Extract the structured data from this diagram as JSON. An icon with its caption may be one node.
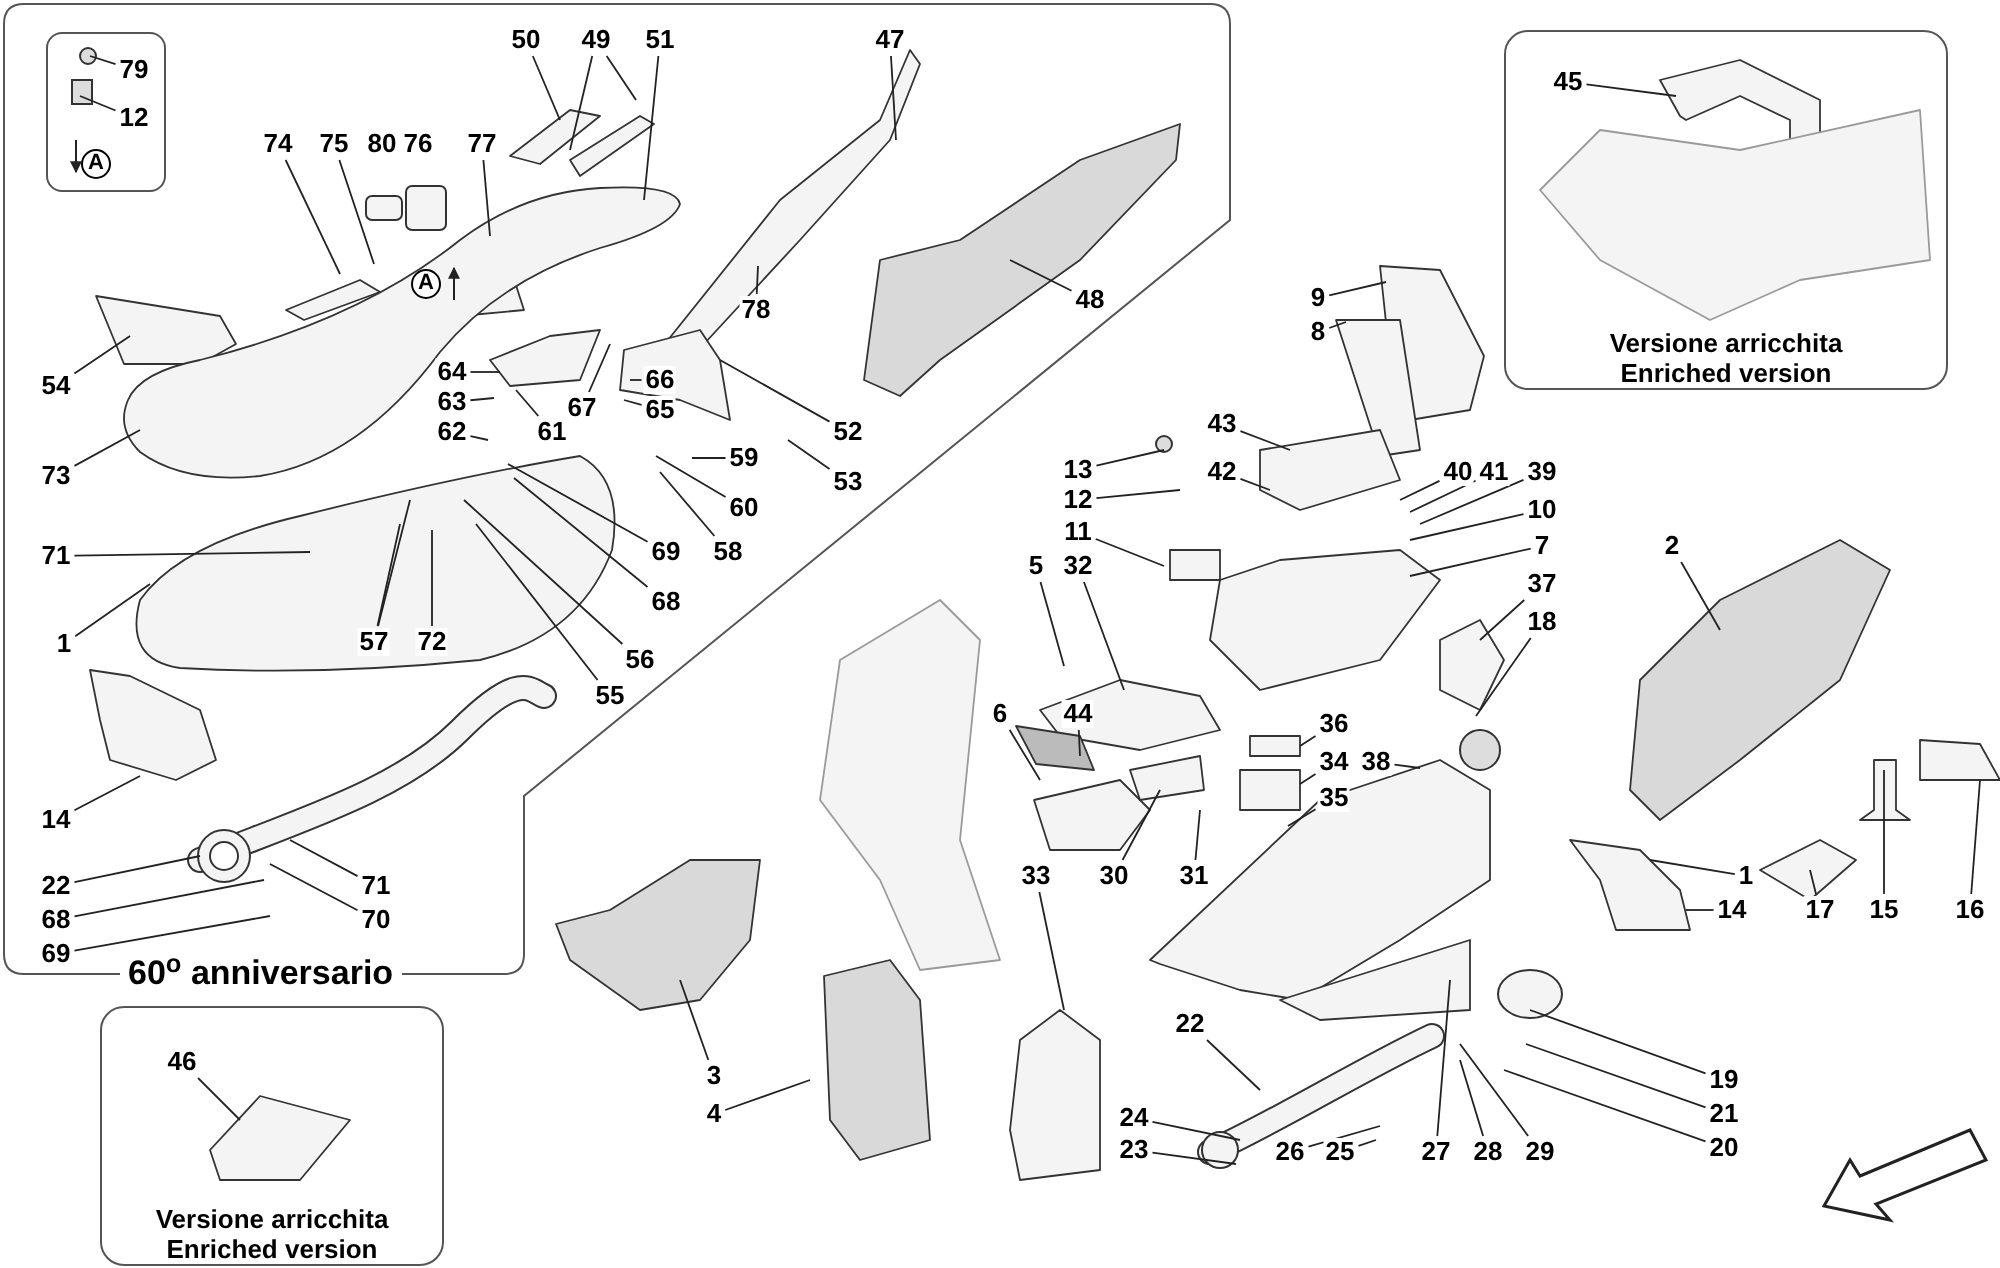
{
  "diagram": {
    "nodes": [
      {
        "text": [
          "60$^{o}$ anniversario"
        ]
      },
      {
        "text": [],
        "shape": "box",
        "in": 0
      },
      {
        "text": [
          "79"
        ],
        "in": 1
      },
      {
        "text": [
          "12"
        ],
        "in": 1
      },
      {
        "text": [
          "50"
        ],
        "in": 0
      },
      {
        "text": [
          "49"
        ],
        "in": 0
      },
      {
        "text": [
          "51"
        ],
        "in": 0
      },
      {
        "text": [
          "74"
        ],
        "in": 0
      },
      {
        "text": [
          "75"
        ],
        "in": 0
      },
      {
        "text": [
          "77"
        ],
        "in": 0
      },
      {
        "text": [
          "47"
        ],
        "in": 0
      },
      {
        "text": [
          "48"
        ],
        "in": 0
      },
      {
        "text": [
          "54"
        ],
        "in": 0
      },
      {
        "text": [
          "73"
        ],
        "in": 0
      },
      {
        "text": [
          "64"
        ],
        "in": 0
      },
      {
        "text": [
          "63"
        ],
        "in": 0
      },
      {
        "text": [
          "62"
        ],
        "in": 0
      },
      {
        "text": [
          "61"
        ],
        "in": 0
      },
      {
        "text": [
          "67"
        ],
        "in": 0
      },
      {
        "text": [
          "66"
        ],
        "in": 0
      },
      {
        "text": [
          "65"
        ],
        "in": 0
      },
      {
        "text": [
          "78"
        ],
        "in": 0
      },
      {
        "text": [
          "52"
        ],
        "in": 0
      },
      {
        "text": [
          "53"
        ],
        "in": 0
      },
      {
        "text": [
          "59"
        ],
        "in": 0
      },
      {
        "text": [
          "60"
        ],
        "in": 0
      },
      {
        "text": [
          "58"
        ],
        "in": 0
      },
      {
        "text": [
          "69"
        ],
        "in": 0
      },
      {
        "text": [
          "68"
        ],
        "in": 0
      },
      {
        "text": [
          "71"
        ],
        "in": 0
      },
      {
        "text": [
          "1"
        ],
        "in": 0
      },
      {
        "text": [
          "57"
        ],
        "in": 0
      },
      {
        "text": [
          "72"
        ],
        "in": 0
      },
      {
        "text": [
          "56"
        ],
        "in": 0
      },
      {
        "text": [
          "55"
        ],
        "in": 0
      },
      {
        "text": [
          "14"
        ],
        "in": 0
      },
      {
        "text": [
          "22"
        ],
        "in": 0
      },
      {
        "text": [
          "71"
        ],
        "in": 0
      },
      {
        "text": [
          "70"
        ],
        "in": 0
      },
      {
        "text": [
          "68"
        ],
        "in": 0
      },
      {
        "text": [
          "69"
        ],
        "in": 0
      },
      {
        "text": [
          "Versione arricchita",
          "Enriched version"
        ]
      },
      {
        "text": [
          "45"
        ],
        "in": 41
      },
      {
        "text": [
          "9"
        ]
      },
      {
        "text": [
          "8"
        ]
      },
      {
        "text": [
          "43"
        ]
      },
      {
        "text": [
          "42"
        ]
      },
      {
        "text": [
          "40"
        ]
      },
      {
        "text": [
          "41"
        ]
      },
      {
        "text": [
          "39"
        ]
      },
      {
        "text": [
          "10"
        ]
      },
      {
        "text": [
          "7"
        ]
      },
      {
        "text": [
          "13"
        ]
      },
      {
        "text": [
          "12"
        ]
      },
      {
        "text": [
          "11"
        ]
      },
      {
        "text": [
          "5"
        ]
      },
      {
        "text": [
          "32"
        ]
      },
      {
        "text": [
          "37"
        ]
      },
      {
        "text": [
          "18"
        ]
      },
      {
        "text": [
          "2"
        ]
      },
      {
        "text": [
          "6"
        ]
      },
      {
        "text": [
          "44"
        ]
      },
      {
        "text": [
          "36"
        ]
      },
      {
        "text": [
          "34"
        ]
      },
      {
        "text": [
          "35"
        ]
      },
      {
        "text": [
          "38"
        ]
      },
      {
        "text": [
          "33"
        ]
      },
      {
        "text": [
          "30"
        ]
      },
      {
        "text": [
          "31"
        ]
      },
      {
        "text": [
          "1"
        ]
      },
      {
        "text": [
          "14"
        ]
      },
      {
        "text": [
          "17"
        ]
      },
      {
        "text": [
          "15"
        ]
      },
      {
        "text": [
          "16"
        ]
      },
      {
        "text": [
          "3"
        ]
      },
      {
        "text": [
          "4"
        ]
      },
      {
        "text": [
          "22"
        ]
      },
      {
        "text": [
          "24"
        ]
      },
      {
        "text": [
          "23"
        ]
      },
      {
        "text": [
          "26"
        ]
      },
      {
        "text": [
          "25"
        ]
      },
      {
        "text": [
          "27"
        ]
      },
      {
        "text": [
          "28"
        ]
      },
      {
        "text": [
          "29"
        ]
      },
      {
        "text": [
          "19"
        ]
      },
      {
        "text": [
          "21"
        ]
      },
      {
        "text": [
          "20"
        ]
      },
      {
        "text": [
          "Versione arricchita",
          "Enriched version"
        ]
      },
      {
        "text": [
          "46"
        ],
        "in": 87
      },
      {
        "text": [
          "80"
        ],
        "in": 0
      },
      {
        "text": [
          "76"
        ],
        "in": 0
      }
    ],
    "edges": [
      {
        "from": 2,
        "to": null,
        "arrow": "none"
      },
      {
        "from": 3,
        "to": null,
        "arrow": "none"
      },
      {
        "from": 4,
        "to": null,
        "arrow": "none"
      },
      {
        "from": 5,
        "to": null,
        "arrow": "none"
      },
      {
        "from": 5,
        "to": null,
        "arrow": "none"
      },
      {
        "from": 6,
        "to": null,
        "arrow": "none"
      },
      {
        "from": 7,
        "to": null,
        "arrow": "none"
      },
      {
        "from": 8,
        "to": null,
        "arrow": "none"
      },
      {
        "from": 9,
        "to": null,
        "arrow": "none"
      },
      {
        "from": 10,
        "to": null,
        "arrow": "none"
      },
      {
        "from": 11,
        "to": null,
        "arrow": "none"
      },
      {
        "from": 12,
        "to": null,
        "arrow": "none"
      },
      {
        "from": 13,
        "to": null,
        "arrow": "none"
      },
      {
        "from": 14,
        "to": null,
        "arrow": "none"
      },
      {
        "from": 15,
        "to": null,
        "arrow": "none"
      },
      {
        "from": 16,
        "to": null,
        "arrow": "none"
      },
      {
        "from": 17,
        "to": null,
        "arrow": "none"
      },
      {
        "from": 18,
        "to": null,
        "arrow": "none"
      },
      {
        "from": 19,
        "to": null,
        "arrow": "none"
      },
      {
        "from": 20,
        "to": null,
        "arrow": "none"
      },
      {
        "from": 21,
        "to": null,
        "arrow": "none"
      },
      {
        "from": 22,
        "to": null,
        "arrow": "none"
      },
      {
        "from": 23,
        "to": null,
        "arrow": "none"
      },
      {
        "from": 24,
        "to": null,
        "arrow": "none"
      },
      {
        "from": 25,
        "to": null,
        "arrow": "none"
      },
      {
        "from": 26,
        "to": null,
        "arrow": "none"
      },
      {
        "from": 27,
        "to": null,
        "arrow": "none"
      },
      {
        "from": 28,
        "to": null,
        "arrow": "none"
      },
      {
        "from": 29,
        "to": null,
        "arrow": "none"
      },
      {
        "from": 30,
        "to": null,
        "arrow": "none"
      },
      {
        "from": 31,
        "to": null,
        "arrow": "none"
      },
      {
        "from": 31,
        "to": null,
        "arrow": "none"
      },
      {
        "from": 32,
        "to": null,
        "arrow": "none"
      },
      {
        "from": 33,
        "to": null,
        "arrow": "none"
      },
      {
        "from": 34,
        "to": null,
        "arrow": "none"
      },
      {
        "from": 35,
        "to": null,
        "arrow": "none"
      },
      {
        "from": 36,
        "to": null,
        "arrow": "none"
      },
      {
        "from": 37,
        "to": null,
        "arrow": "none"
      },
      {
        "from": 38,
        "to": null,
        "arrow": "none"
      },
      {
        "from": 39,
        "to": null,
        "arrow": "none"
      },
      {
        "from": 40,
        "to": null,
        "arrow": "none"
      },
      {
        "from": 42,
        "to": null,
        "arrow": "none"
      },
      {
        "from": 43,
        "to": null,
        "arrow": "none"
      },
      {
        "from": 44,
        "to": null,
        "arrow": "none"
      },
      {
        "from": 45,
        "to": null,
        "arrow": "none"
      },
      {
        "from": 46,
        "to": null,
        "arrow": "none"
      },
      {
        "from": 47,
        "to": null,
        "arrow": "none"
      },
      {
        "from": 48,
        "to": null,
        "arrow": "none"
      },
      {
        "from": 49,
        "to": null,
        "arrow": "none"
      },
      {
        "from": 50,
        "to": null,
        "arrow": "none"
      },
      {
        "from": 51,
        "to": null,
        "arrow": "none"
      },
      {
        "from": 52,
        "to": null,
        "arrow": "none"
      },
      {
        "from": 53,
        "to": null,
        "arrow": "none"
      },
      {
        "from": 54,
        "to": null,
        "arrow": "none"
      },
      {
        "from": 55,
        "to": null,
        "arrow": "none"
      },
      {
        "from": 56,
        "to": null,
        "arrow": "none"
      },
      {
        "from": 57,
        "to": null,
        "arrow": "none"
      },
      {
        "from": 58,
        "to": null,
        "arrow": "none"
      },
      {
        "from": 59,
        "to": null,
        "arrow": "none"
      },
      {
        "from": 60,
        "to": null,
        "arrow": "none"
      },
      {
        "from": 61,
        "to": null,
        "arrow": "none"
      },
      {
        "from": 62,
        "to": null,
        "arrow": "none"
      },
      {
        "from": 63,
        "to": null,
        "arrow": "none"
      },
      {
        "from": 64,
        "to": null,
        "arrow": "none"
      },
      {
        "from": 65,
        "to": null,
        "arrow": "none"
      },
      {
        "from": 66,
        "to": null,
        "arrow": "none"
      },
      {
        "from": 67,
        "to": null,
        "arrow": "none"
      },
      {
        "from": 68,
        "to": null,
        "arrow": "none"
      },
      {
        "from": 69,
        "to": null,
        "arrow": "none"
      },
      {
        "from": 70,
        "to": null,
        "arrow": "none"
      },
      {
        "from": 71,
        "to": null,
        "arrow": "none"
      },
      {
        "from": 72,
        "to": null,
        "arrow": "none"
      },
      {
        "from": 73,
        "to": null,
        "arrow": "none"
      },
      {
        "from": 74,
        "to": null,
        "arrow": "none"
      },
      {
        "from": 75,
        "to": null,
        "arrow": "none"
      },
      {
        "from": 76,
        "to": null,
        "arrow": "none"
      },
      {
        "from": 77,
        "to": null,
        "arrow": "none"
      },
      {
        "from": 78,
        "to": null,
        "arrow": "none"
      },
      {
        "from": 79,
        "to": null,
        "arrow": "none"
      },
      {
        "from": 80,
        "to": null,
        "arrow": "none"
      },
      {
        "from": 81,
        "to": null,
        "arrow": "none"
      },
      {
        "from": 82,
        "to": null,
        "arrow": "none"
      },
      {
        "from": 83,
        "to": null,
        "arrow": "none"
      },
      {
        "from": 84,
        "to": null,
        "arrow": "none"
      },
      {
        "from": 85,
        "to": null,
        "arrow": "none"
      },
      {
        "from": 86,
        "to": null,
        "arrow": "none"
      },
      {
        "from": 88,
        "to": null,
        "arrow": "none"
      }
    ],
    "labels": [
      "A",
      "A"
    ]
  }
}
